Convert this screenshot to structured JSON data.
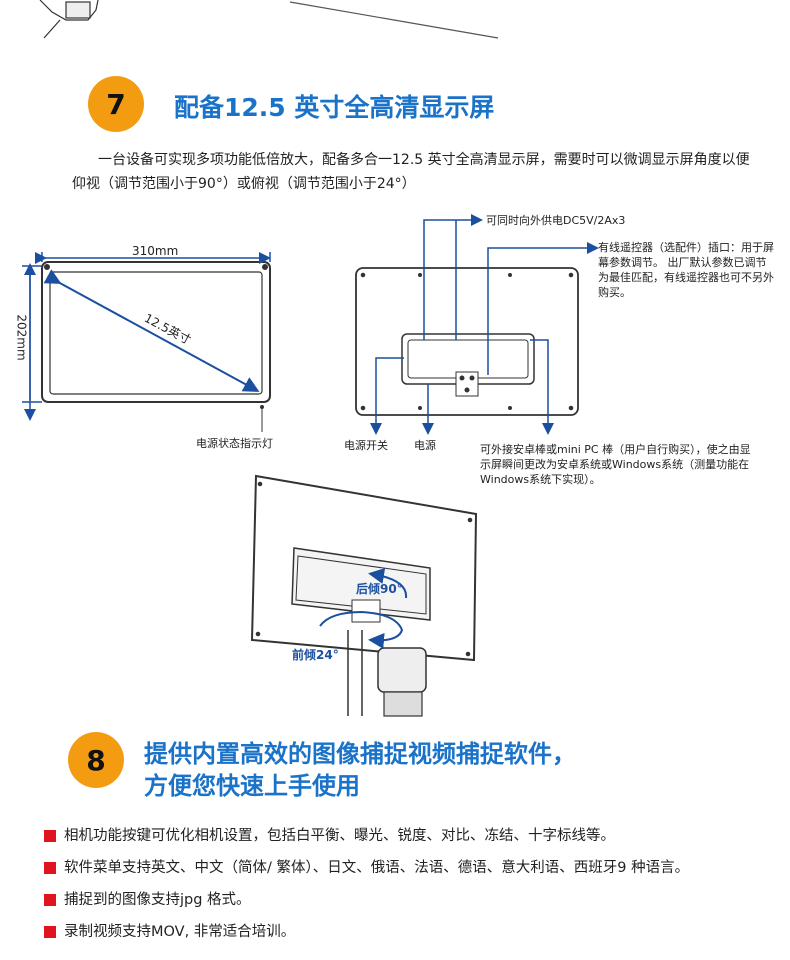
{
  "section7": {
    "number": "7",
    "title": "配备12.5 英寸全高清显示屏",
    "paragraph": "一台设备可实现多项功能低倍放大，配备多合一12.5 英寸全高清显示屏，需要时可以微调显示屏角度以便仰视（调节范围小于90°）或俯视（调节范围小于24°）"
  },
  "diagram": {
    "width_label": "310mm",
    "height_label": "202mm",
    "diagonal_label": "12.5英寸",
    "power_indicator": "电源状态指示灯",
    "power_switch": "电源开关",
    "power": "电源",
    "external_power": "可同时向外供电DC5V/2Ax3",
    "remote_port": "有线遥控器（选配件）插口：用于屏幕参数调节。 出厂默认参数已调节为最佳匹配，有线遥控器也可不另外购买。",
    "android_stick": "可外接安卓棒或mini PC 棒（用户自行购买），使之由显示屏瞬间更改为安卓系统或Windows系统（测量功能在Windows系统下实现）。",
    "tilt_back": "后倾90°",
    "tilt_forward": "前倾24°"
  },
  "section8": {
    "number": "8",
    "title_line1": "提供内置高效的图像捕捉视频捕捉软件，",
    "title_line2": "方便您快速上手使用",
    "bullets": [
      "相机功能按键可优化相机设置，包括白平衡、曝光、锐度、对比、冻结、十字标线等。",
      "软件菜单支持英文、中文（简体/ 繁体）、日文、俄语、法语、德语、意大利语、西班牙9 种语言。",
      "捕捉到的图像支持jpg 格式。",
      "录制视频支持MOV, 非常适合培训。"
    ]
  },
  "colors": {
    "accent": "#1a73c9",
    "badge": "#f39c12",
    "bullet": "#e0141e",
    "arrow": "#1b4fa0"
  }
}
